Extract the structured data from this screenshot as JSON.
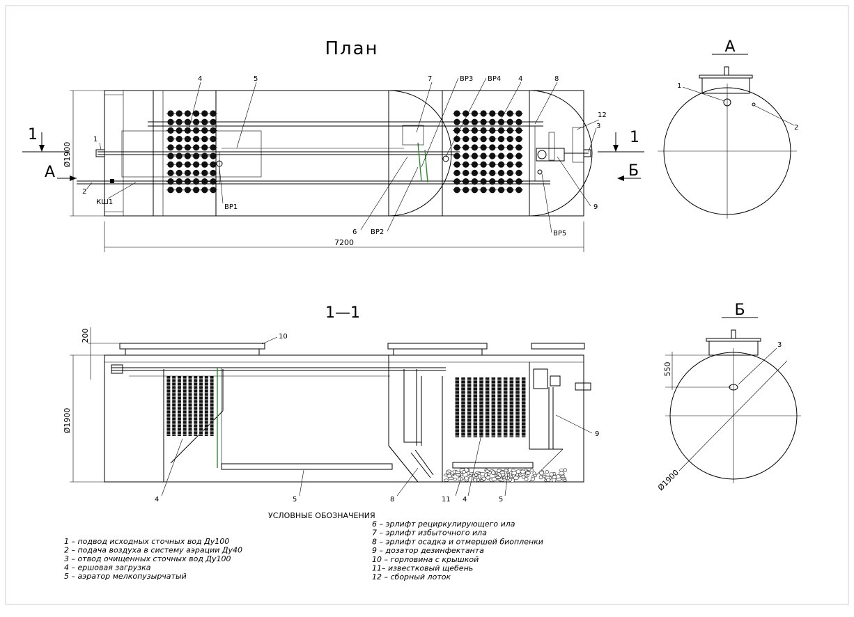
{
  "titles": {
    "plan": "План",
    "section": "1—1",
    "view_a": "А",
    "view_b": "Б"
  },
  "cut_marks": {
    "one": "1",
    "a": "А",
    "b": "Б"
  },
  "plan_labels": {
    "n1": "1",
    "n2": "2",
    "n3": "3",
    "n4a": "4",
    "n4b": "4",
    "n5": "5",
    "n6": "6",
    "n7": "7",
    "n8": "8",
    "n9": "9",
    "n12": "12",
    "vr1": "ВР1",
    "vr2": "ВР2",
    "vr3": "ВР3",
    "vr4": "ВР4",
    "vr5": "ВР5",
    "ksh1": "КШ1"
  },
  "dimensions": {
    "plan_length": "7200",
    "plan_diameter": "Ø1900",
    "section_diameter": "Ø1900",
    "section_top": "200",
    "view_b_offset": "550",
    "view_b_diameter": "Ø1900"
  },
  "section_labels": {
    "n10": "10",
    "n4a": "4",
    "n5a": "5",
    "n8": "8",
    "n11": "11",
    "n4b": "4",
    "n5b": "5",
    "n9": "9"
  },
  "view_a_labels": {
    "n1": "1",
    "n2": "2"
  },
  "view_b_labels": {
    "n3": "3"
  },
  "legend": {
    "title": "УСЛОВНЫЕ ОБОЗНАЧЕНИЯ",
    "left": [
      "1 – подвод исходных сточных вод Ду100",
      "2 – подача воздуха в систему аэрации Ду40",
      "3 – отвод очищенных сточных вод Ду100",
      "4 – ершовая загрузка",
      "5 – аэратор мелкопузырчатый"
    ],
    "right": [
      "6 – эрлифт рециркулирующего ила",
      "7 – эрлифт избыточного ила",
      "8 – эрлифт осадка и отмершей биопленки",
      "9 – дозатор дезинфектанта",
      "10 – горловина с крышкой",
      "11– известковый щебень",
      "12 – сборный лоток"
    ]
  },
  "colors": {
    "line": "#000000",
    "airlift_pipe": "#2e8b2e",
    "frame": "#cfcfcf"
  }
}
